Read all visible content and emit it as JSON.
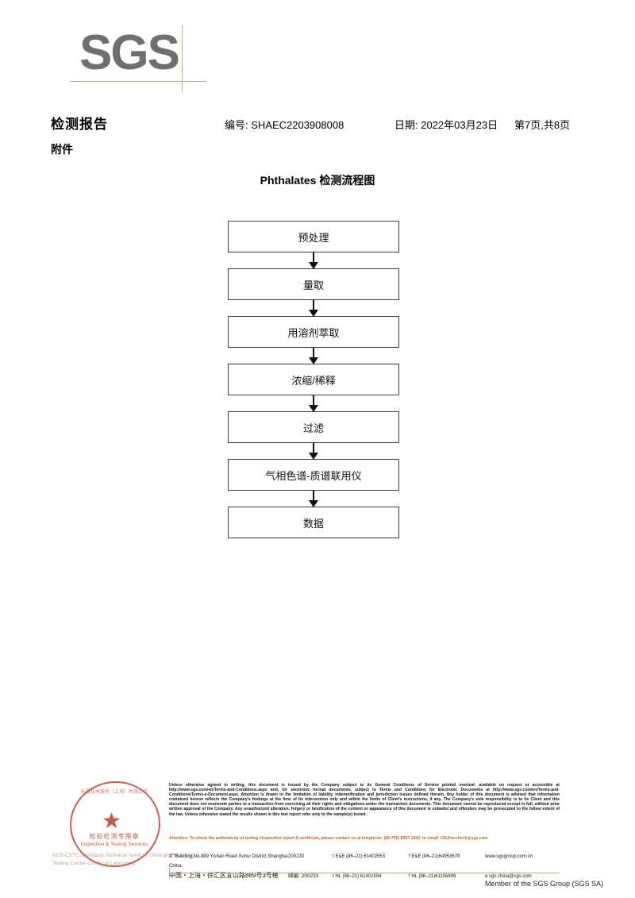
{
  "brand": {
    "logo_text": "SGS"
  },
  "header": {
    "title": "检测报告",
    "subtitle": "附件",
    "report_no": "编号: SHAEC2203908008",
    "date": "日期: 2022年03月23日",
    "page": "第7页,共8页"
  },
  "chart_data": {
    "type": "flowchart",
    "title": "Phthalates 检测流程图",
    "orientation": "vertical",
    "nodes": [
      {
        "id": 1,
        "label": "预处理"
      },
      {
        "id": 2,
        "label": "量取"
      },
      {
        "id": 3,
        "label": "用溶剂萃取"
      },
      {
        "id": 4,
        "label": "浓缩/稀释"
      },
      {
        "id": 5,
        "label": "过滤"
      },
      {
        "id": 6,
        "label": "气相色谱-质谱联用仪"
      },
      {
        "id": 7,
        "label": "数据"
      }
    ],
    "edges": [
      {
        "from": 1,
        "to": 2
      },
      {
        "from": 2,
        "to": 3
      },
      {
        "from": 3,
        "to": 4
      },
      {
        "from": 4,
        "to": 5
      },
      {
        "from": 5,
        "to": 6
      },
      {
        "from": 6,
        "to": 7
      }
    ]
  },
  "stamp": {
    "cn_text": "检验检测专用章",
    "en_text": "Inspection & Testing Services",
    "arc_text": "标准技术服务（上海）有限公司",
    "ghost_line1": "SGS-CSTC Standards Technical Services (Shanghai) Co. Ltd.",
    "ghost_line2": "Testing Center-Chemical Laboratory.",
    "color": "#c0392b"
  },
  "footer": {
    "legal": "Unless otherwise agreed in writing, this document is issued by the Company subject to its General Conditions of Service printed overleaf, available on request or accessible at http://www.sgs.com/en/Terms-and-Conditions.aspx and, for electronic format documents, subject to Terms and Conditions for Electronic Documents at http://www.sgs.com/en/Terms-and-Conditions/Terms-e-Document.aspx. Attention is drawn to the limitation of liability, indemnification and jurisdiction issues defined therein. Any holder of this document is advised that information contained hereon reflects the Company's findings at the time of its intervention only and within the limits of Client's instructions, if any. The Company's sole responsibility is to its Client and this document does not exonerate parties to a transaction from exercising all their rights and obligations under the transaction documents. This document cannot be reproduced except in full, without prior written approval of the Company. Any unauthorized alteration, forgery or falsification of the content or appearance of this document is unlawful and offenders may be prosecuted to the fullest extent of the law. Unless otherwise stated the results shown in this test report refer only to the sample(s) tested .",
    "attention": "Attention: To check the authenticity of testing /inspection report & certificate, please contact us at telephone: (86-755) 8307 1443, or email: CN.Doccheck@sgs.com",
    "address_en": "3\"\"Building,No.889 Yishan Road Xuhui District,Shanghai China",
    "address_cn": "中国・上海・徐汇区宜山路889号3号楼",
    "postcode_en": "200233",
    "postcode_cn": "邮编: 200233",
    "tel_ee": "t E&E (86–21) 61402553",
    "fax_ee": "f E&E (86–21)64953679",
    "tel_hl": "t HL (86–21) 61402594",
    "fax_hl": "f HL (86–21)61156899",
    "website": "www.sgsgroup.com.cn",
    "email": "e sgs.china@sgs.com",
    "member": "Member of the SGS Group (SGS SA)",
    "accent_color": "#c9a780",
    "attention_color": "#c8621a"
  }
}
